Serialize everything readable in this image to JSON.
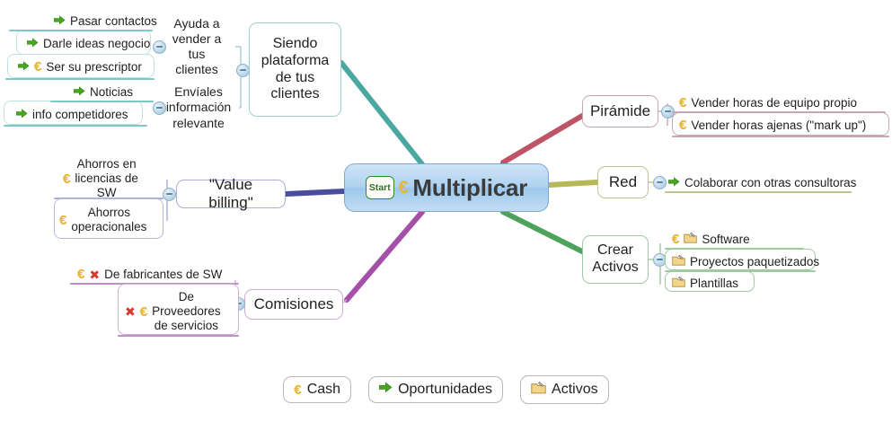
{
  "central": {
    "label": "Multiplicar",
    "start_badge": "Start",
    "icon": "euro-icon",
    "fill_color": "#aed2f0",
    "border_color": "#7fa8cf"
  },
  "branches": [
    {
      "id": "plataforma",
      "label": "Siendo plataforma de tus clientes",
      "color": "#4aa8a0",
      "side": "left",
      "children": [
        {
          "label": "Ayuda a vender a tus clientes",
          "color": "#7ec8c8",
          "leaves": [
            {
              "text": "Pasar contactos",
              "icons": [
                "arrow-icon"
              ]
            },
            {
              "text": "Darle ideas negocio",
              "icons": [
                "arrow-icon"
              ]
            },
            {
              "text": "Ser su prescriptor",
              "icons": [
                "arrow-icon",
                "euro-icon"
              ]
            }
          ]
        },
        {
          "label": "Envíales información relevante",
          "color": "#7ec8c8",
          "leaves": [
            {
              "text": "Noticias",
              "icons": [
                "arrow-icon"
              ]
            },
            {
              "text": "info competidores",
              "icons": [
                "arrow-icon"
              ]
            }
          ]
        }
      ]
    },
    {
      "id": "piramide",
      "label": "Pirámide",
      "color": "#bd5566",
      "side": "right",
      "leaves": [
        {
          "text": "Vender horas de equipo propio",
          "icons": [
            "euro-icon"
          ]
        },
        {
          "text": "Vender horas ajenas (\"mark up\")",
          "icons": [
            "euro-icon"
          ]
        }
      ]
    },
    {
      "id": "red",
      "label": "Red",
      "color": "#b5ba57",
      "side": "right",
      "leaves": [
        {
          "text": "Colaborar con otras consultoras",
          "icons": [
            "arrow-icon"
          ]
        }
      ]
    },
    {
      "id": "crear-activos",
      "label": "Crear Activos",
      "color": "#4da35a",
      "side": "right",
      "leaves": [
        {
          "text": "Software",
          "icons": [
            "euro-icon",
            "activos-icon"
          ]
        },
        {
          "text": "Proyectos paquetizados",
          "icons": [
            "activos-icon"
          ]
        },
        {
          "text": "Plantillas",
          "icons": [
            "activos-icon"
          ]
        }
      ]
    },
    {
      "id": "value-billing",
      "label": "\"Value billing\"",
      "color": "#4a4d9e",
      "side": "left",
      "leaves": [
        {
          "text": "Ahorros en licencias de SW",
          "icons": [
            "euro-icon"
          ]
        },
        {
          "text": "Ahorros operacionales",
          "icons": [
            "euro-icon"
          ]
        }
      ]
    },
    {
      "id": "comisiones",
      "label": "Comisiones",
      "color": "#a martin",
      "side": "left",
      "leaves": [
        {
          "text": "De fabricantes de SW",
          "icons": [
            "euro-icon",
            "x-icon"
          ]
        },
        {
          "text": "De Proveedores de servicios",
          "icons": [
            "x-icon",
            "euro-icon"
          ]
        }
      ]
    }
  ],
  "legend": [
    {
      "label": "Cash",
      "icon": "euro-icon"
    },
    {
      "label": "Oportunidades",
      "icon": "arrow-icon"
    },
    {
      "label": "Activos",
      "icon": "activos-icon"
    }
  ],
  "text": {
    "plataforma_l1": "Siendo",
    "plataforma_l2": "plataforma",
    "plataforma_l3": "de tus",
    "plataforma_l4": "clientes",
    "ayuda_l1": "Ayuda a",
    "ayuda_l2": "vender a",
    "ayuda_l3": "tus",
    "ayuda_l4": "clientes",
    "envia_l1": "Envíales",
    "envia_l2": "información",
    "envia_l3": "relevante",
    "crear_l1": "Crear",
    "crear_l2": "Activos",
    "ahorros1_l1": "Ahorros en",
    "ahorros1_l2": "licencias de",
    "ahorros1_l3": "SW",
    "ahorros2_l1": "Ahorros",
    "ahorros2_l2": "operacionales",
    "prov_l1": "De",
    "prov_l2": "Proveedores",
    "prov_l3": "de servicios",
    "piramide": "Pirámide",
    "red": "Red",
    "comisiones": "Comisiones",
    "value_billing": "\"Value billing\"",
    "multiplicar": "Multiplicar",
    "start": "Start",
    "pasar_contactos": "Pasar contactos",
    "darle_ideas": "Darle ideas negocio",
    "ser_prescriptor": "Ser su prescriptor",
    "noticias": "Noticias",
    "info_competidores": "info competidores",
    "vender_propio": "Vender horas de equipo propio",
    "vender_ajenas": "Vender horas ajenas (\"mark up\")",
    "colaborar": "Colaborar con otras consultoras",
    "software": "Software",
    "proyectos": "Proyectos paquetizados",
    "plantillas": "Plantillas",
    "fabricantes": "De fabricantes de SW",
    "legend_cash": "Cash",
    "legend_oport": "Oportunidades",
    "legend_activos": "Activos"
  }
}
